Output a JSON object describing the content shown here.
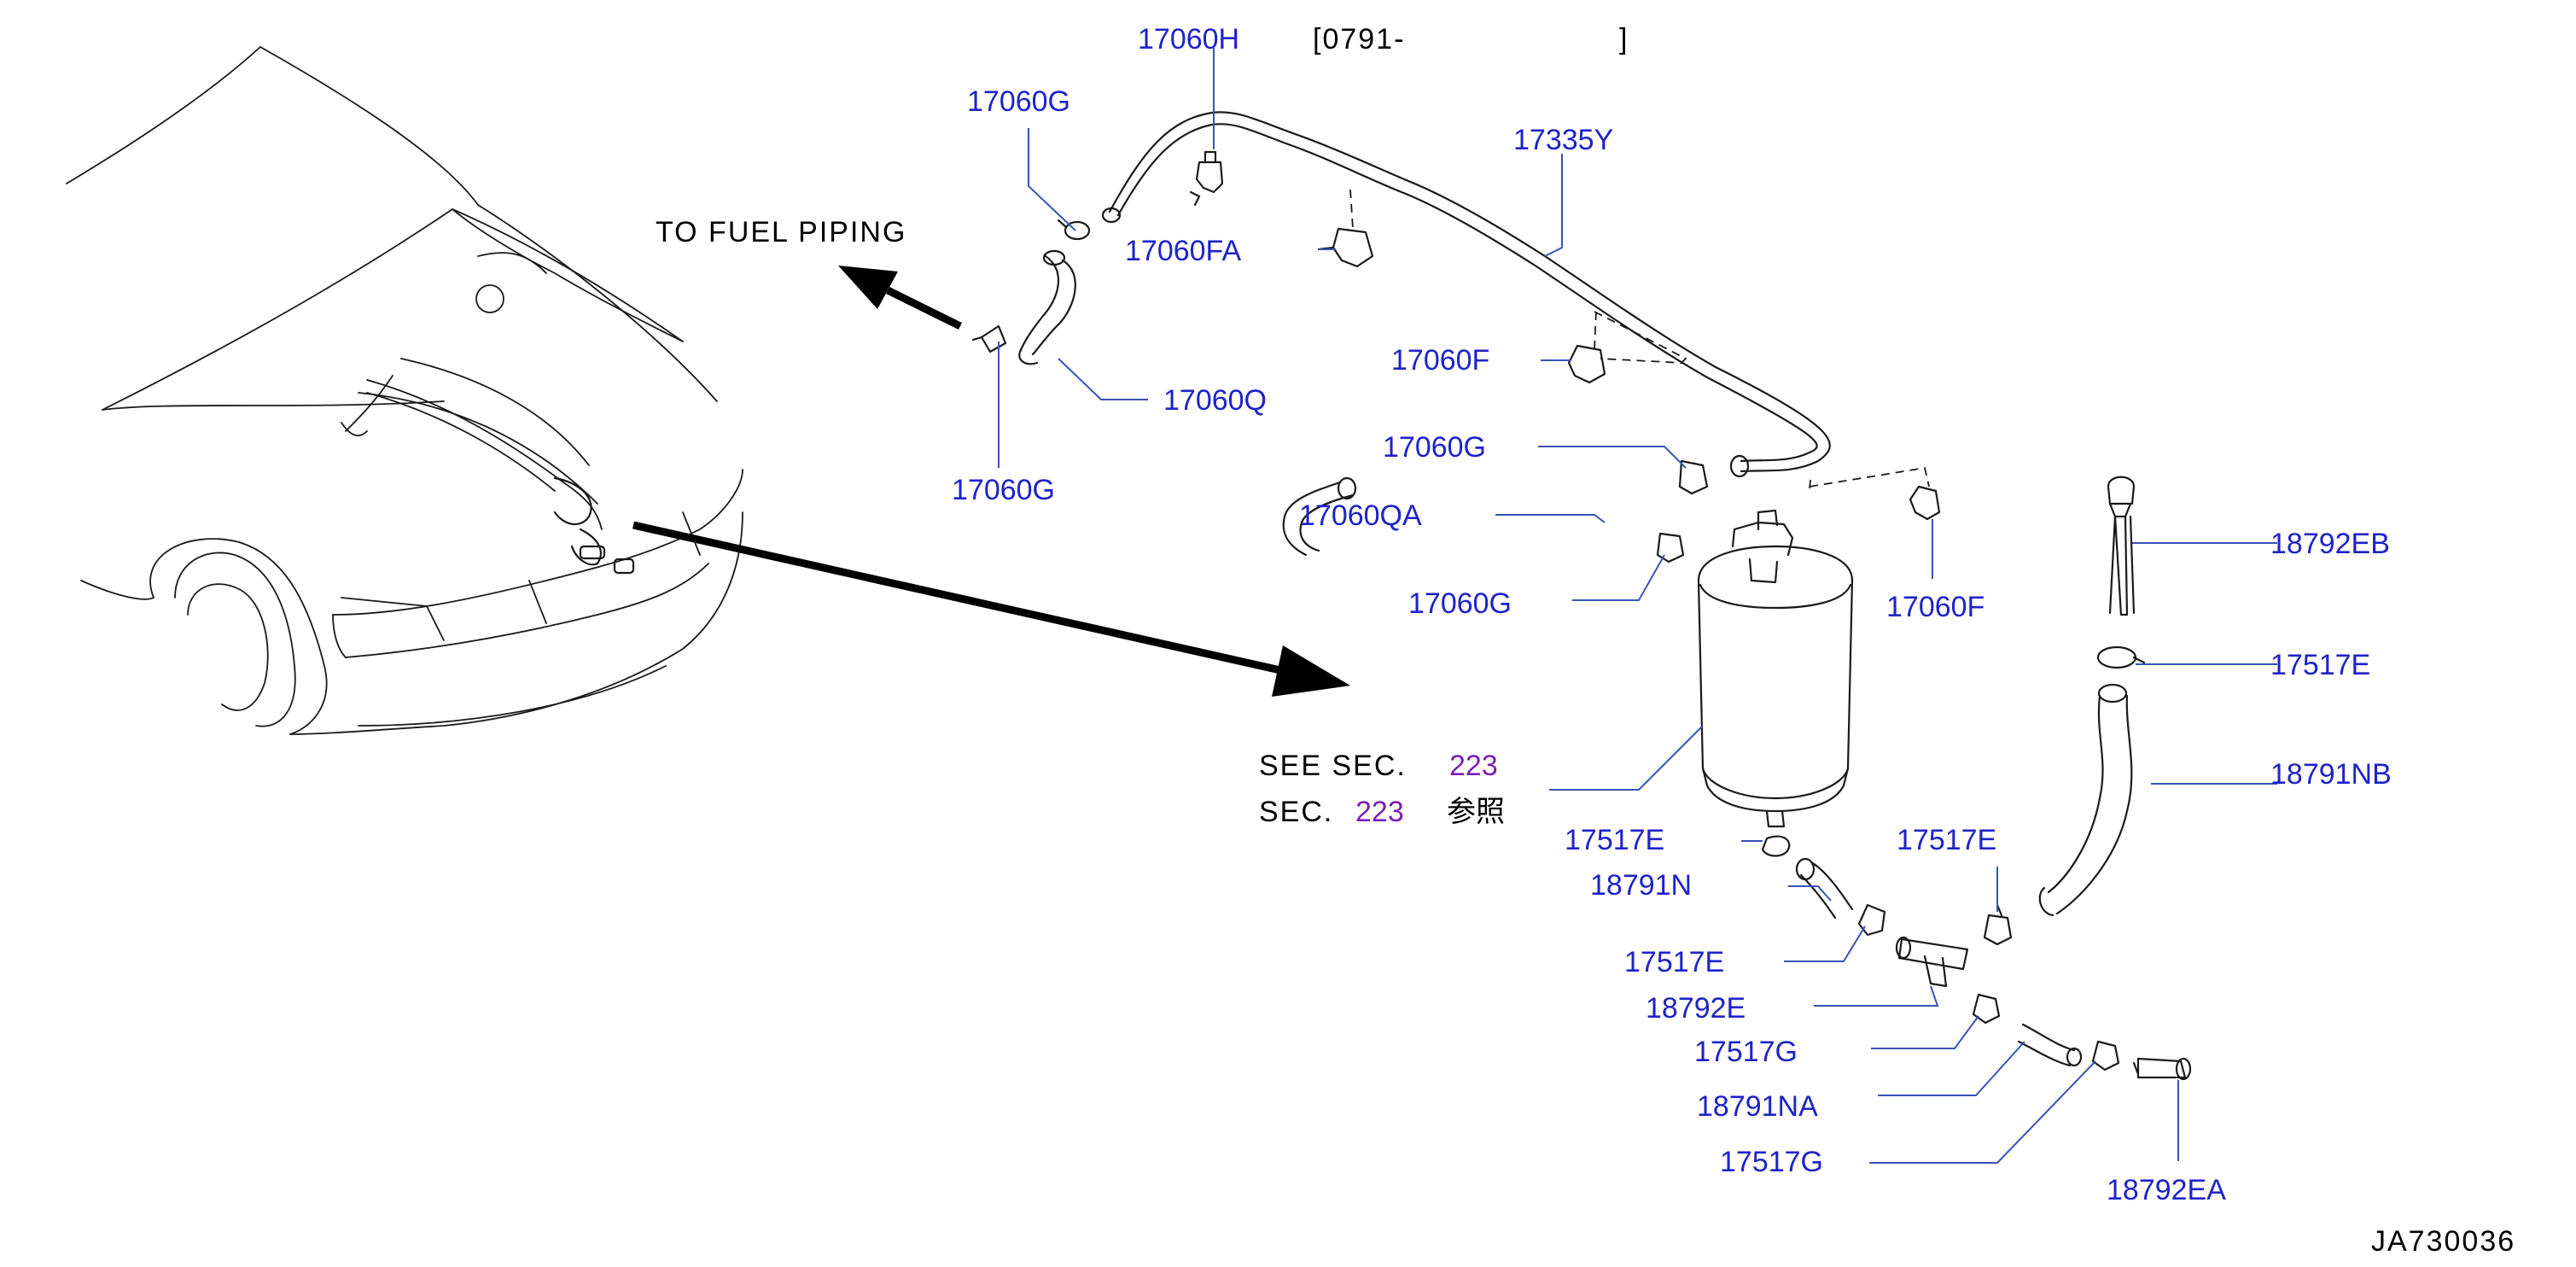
{
  "header": {
    "part_code": "17060H",
    "bracket_text": "[0791-",
    "bracket_close": "]"
  },
  "callouts": {
    "to_fuel_piping": "TO  FUEL  PIPING",
    "see_sec_prefix": "SEE  SEC.",
    "see_sec_number": "223",
    "sec_prefix": "SEC.",
    "sec_number": "223",
    "sec_suffix": "参照"
  },
  "part_labels": {
    "p17060H": "17060H",
    "p17060G_top": "17060G",
    "p17335Y": "17335Y",
    "p17060FA": "17060FA",
    "p17060Q": "17060Q",
    "p17060G_left": "17060G",
    "p17060F_upper": "17060F",
    "p17060G_mid": "17060G",
    "p17060QA": "17060QA",
    "p17060G_low": "17060G",
    "p17060F_right": "17060F",
    "p18792EB": "18792EB",
    "p17517E_right": "17517E",
    "p18791NB": "18791NB",
    "p17517E_a": "17517E",
    "p17517E_b": "17517E",
    "p18791N": "18791N",
    "p17517E_c": "17517E",
    "p18792E": "18792E",
    "p17517G_a": "17517G",
    "p18791NA": "18791NA",
    "p17517G_b": "17517G",
    "p18792EA": "18792EA"
  },
  "footer": {
    "diagram_id": "JA730036"
  },
  "colors": {
    "part_label": "#1f23c8",
    "leader_line": "#3a52b8",
    "section_number": "#7a20b8",
    "drawing": "#1a1a1a"
  }
}
